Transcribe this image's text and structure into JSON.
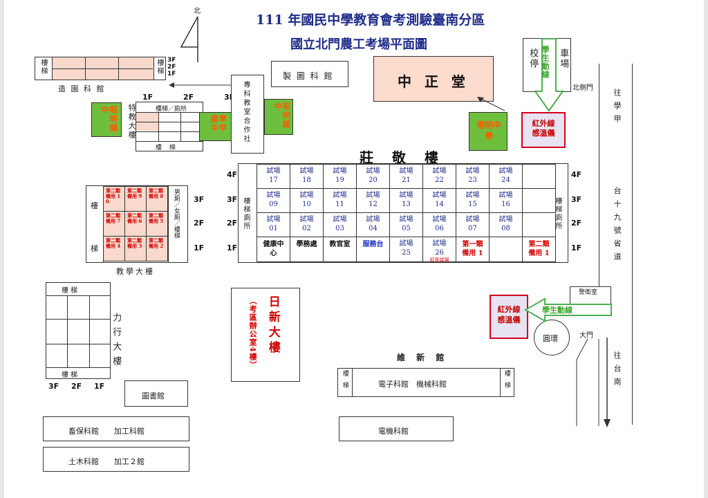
{
  "title": {
    "line1": "111 年國民中學教育會考測驗臺南分區",
    "line2": "國立北門農工考場平面圖"
  },
  "north": "北",
  "zhuangjing": {
    "name": "莊 敬 樓",
    "floors": [
      "4F",
      "3F",
      "2F",
      "1F"
    ],
    "stairs_left": "樓梯廁所",
    "stairs_right": "樓梯廁所",
    "row4": [
      "17",
      "18",
      "19",
      "20",
      "21",
      "22",
      "23",
      "24"
    ],
    "row3": [
      "09",
      "10",
      "11",
      "12",
      "13",
      "14",
      "15",
      "16"
    ],
    "row2": [
      "01",
      "02",
      "03",
      "04",
      "05",
      "06",
      "07",
      "08"
    ],
    "room_prefix": "試場",
    "row1": {
      "health": "健康中心",
      "affairs": "學務處",
      "teachers": "教官室",
      "service": "服務台",
      "r25": "25",
      "r26": "26",
      "extend_note": "延長試場",
      "reserve1": "第一類備用 1",
      "reserve2": "第二類備用 1"
    }
  },
  "teaching": {
    "name": "教學大樓",
    "floors": [
      "3F",
      "2F",
      "1F"
    ],
    "stairs_char1": "樓",
    "stairs_char2": "梯",
    "rooms": [
      [
        "第二類備用 10",
        "第二類備用 9",
        "第二類備用 8"
      ],
      [
        "第二類備用 7",
        "第二類備用 6",
        "第二類備用 5"
      ],
      [
        "第二類備用 4",
        "第二類備用 3",
        "第二類備用 2"
      ]
    ],
    "side": "男廁／女廁／樓梯"
  },
  "liying": {
    "name": "力行大樓",
    "stairs_top": "樓 梯",
    "stairs_bottom": "樓 梯",
    "floors": "3F 2F 1F"
  },
  "zaoyuan": {
    "name": "造 園 科 館",
    "stairs": "樓梯",
    "floors": [
      "3F",
      "2F",
      "1F"
    ]
  },
  "special": {
    "name": "特教大樓",
    "floors": [
      "1F",
      "2F",
      "3F"
    ],
    "top": "樓梯／廁所",
    "bottom": "樓 梯"
  },
  "zhuanke": "專科教室合作社",
  "zhitu": "製 圖 科 館",
  "zhongzheng": "中 正 堂",
  "parking": {
    "left": "校停",
    "right": "車場",
    "route": "學生動線"
  },
  "north_gate": "北側門",
  "infrared1": "紅外線感溫儀",
  "infrared2": "紅外線感溫儀",
  "student_route": "學生動線",
  "guard": "警衛室",
  "main_gate": "大門",
  "roundabout": "圓環",
  "road_north": "往學甲",
  "road_name": "台十九號省道",
  "road_south": "往台南",
  "rixin": {
    "name": "日新大樓",
    "note": "（考區辦公室4樓）"
  },
  "weixin": {
    "name": "維 新 館",
    "content": "電子科館　機械科館",
    "stairs": "樓梯"
  },
  "library": "圖書館",
  "xubao": "畜保科館　　加工科館",
  "tumu": "土木科館　　加工２館",
  "dianji": "電機科館",
  "schools": {
    "zhaoming": "昭明國中",
    "xuejia": "學甲國中",
    "zhaoming2": "昭明國中",
    "gangming": "港明中學"
  }
}
